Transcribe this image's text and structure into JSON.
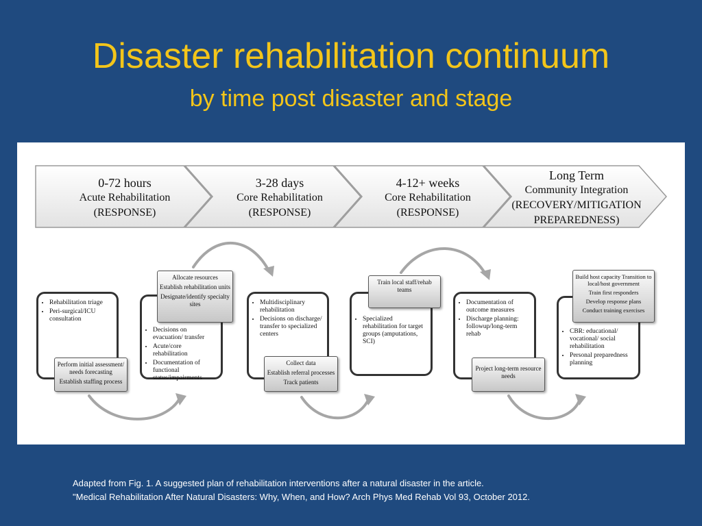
{
  "slide": {
    "title": "Disaster rehabilitation continuum",
    "subtitle": "by time post disaster and stage"
  },
  "stages": [
    {
      "time": "0-72 hours",
      "line2": "Acute Rehabilitation",
      "line3": "(RESPONSE)",
      "line4": ""
    },
    {
      "time": "3-28 days",
      "line2": "Core Rehabilitation",
      "line3": "(RESPONSE)",
      "line4": ""
    },
    {
      "time": "4-12+ weeks",
      "line2": "Core Rehabilitation",
      "line3": "(RESPONSE)",
      "line4": ""
    },
    {
      "time": "Long Term",
      "line2": "Community Integration",
      "line3": "(RECOVERY/MITIGATION",
      "line4": "PREPAREDNESS)"
    }
  ],
  "boxes": [
    {
      "items": [
        "Rehabilitation triage",
        "Peri-surgical/ICU consultation"
      ]
    },
    {
      "items": [
        "Decisions on evacuation/ transfer",
        "Acute/core rehabilitation",
        "Documentation of  functional status/impairments"
      ]
    },
    {
      "items": [
        "Multidisciplinary rehabilitation",
        "Decisions on discharge/ transfer to specialized centers"
      ]
    },
    {
      "items": [
        "Specialized rehabilitation for target groups (amputations, SCI)"
      ]
    },
    {
      "items": [
        "Documentation of outcome measures",
        "Discharge planning: followup/long-term rehab"
      ]
    },
    {
      "items": [
        "CBR: educational/ vocational/ social rehabilitation",
        "Personal preparedness planning"
      ]
    }
  ],
  "tags": [
    {
      "lines": [
        "Perform initial assessment/ needs  forecasting",
        "Establish staffing process"
      ]
    },
    {
      "lines": [
        "Allocate resources",
        "Establish rehabilitation units",
        "Designate/identify specialty sites"
      ]
    },
    {
      "lines": [
        "Collect data",
        "Establish referral processes",
        "Track patients"
      ]
    },
    {
      "lines": [
        "Train local staff/rehab teams"
      ]
    },
    {
      "lines": [
        "Project long-term resource needs"
      ]
    },
    {
      "lines": [
        "Build host capacity Transition to local/host government",
        "Train first responders",
        "Develop response plans",
        "Conduct training exercises"
      ]
    }
  ],
  "footnote": {
    "line1": "Adapted from Fig. 1. A suggested plan of rehabilitation interventions after a natural disaster in the article.",
    "line2": "\"Medical Rehabilitation After Natural Disasters: Why, When, and How? Arch Phys Med Rehab Vol 93, October 2012."
  }
}
